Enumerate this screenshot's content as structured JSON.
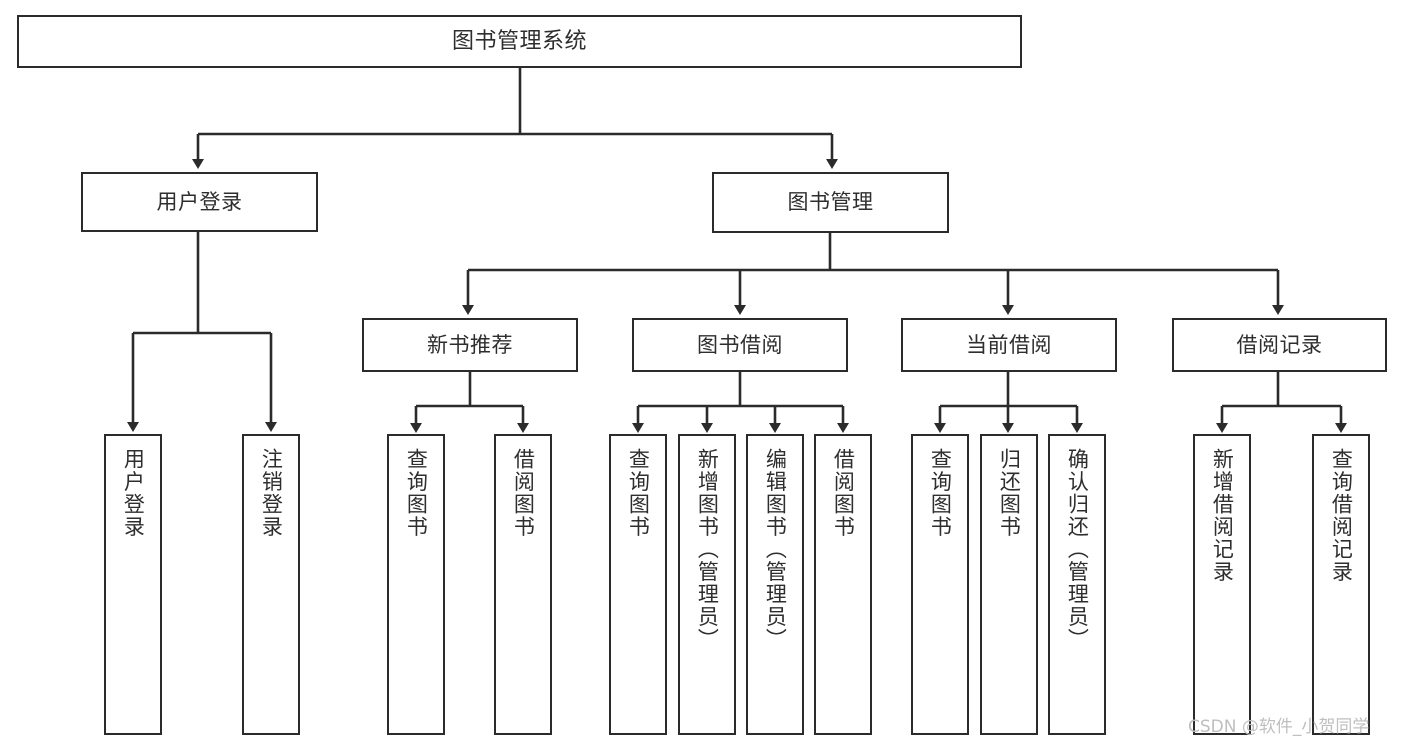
{
  "diagram": {
    "title": "图书管理系统",
    "type": "tree",
    "style": {
      "background": "#ffffff",
      "line_color": "#2b2b2b",
      "box_border": "#2b2b2b",
      "box_fill": "#ffffff",
      "text_color": "#2e2e2e",
      "watermark_color": "#bfbfbf"
    },
    "root": {
      "label": "图书管理系统"
    },
    "level1": [
      {
        "label": "用户登录"
      },
      {
        "label": "图书管理"
      }
    ],
    "level2": [
      {
        "label": "新书推荐"
      },
      {
        "label": "图书借阅"
      },
      {
        "label": "当前借阅"
      },
      {
        "label": "借阅记录"
      }
    ],
    "leaves": {
      "user_login": [
        {
          "label": "用户登录"
        },
        {
          "label": "注销登录"
        }
      ],
      "new_book_recommend": [
        {
          "label": "查询图书"
        },
        {
          "label": "借阅图书"
        }
      ],
      "book_borrow": [
        {
          "label": "查询图书"
        },
        {
          "label": "新增图书（管理员）"
        },
        {
          "label": "编辑图书（管理员）"
        },
        {
          "label": "借阅图书"
        }
      ],
      "current_borrow": [
        {
          "label": "查询图书"
        },
        {
          "label": "归还图书"
        },
        {
          "label": "确认归还（管理员）"
        }
      ],
      "borrow_record": [
        {
          "label": "新增借阅记录"
        },
        {
          "label": "查询借阅记录"
        }
      ]
    }
  },
  "watermark": {
    "text": "CSDN @软件_小贺同学"
  }
}
